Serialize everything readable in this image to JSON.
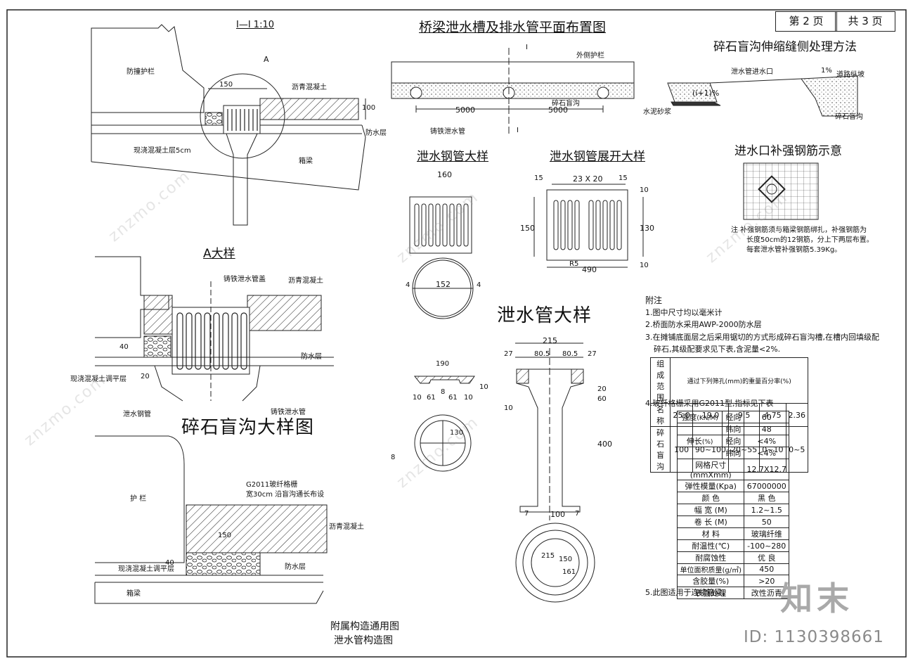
{
  "page": {
    "main_title": "桥梁泄水槽及排水管平面布置图",
    "page_no": "第 2 页",
    "page_total": "共 3 页",
    "footer_line1": "附属构造通用图",
    "footer_line2": "泄水管构造图"
  },
  "section_1": {
    "title": "I—I 1:10",
    "circle_label": "A",
    "labels": [
      "防撞护栏",
      "沥青混凝土",
      "防水层",
      "箱梁",
      "现浇混凝土层5cm"
    ],
    "dims": [
      "150",
      "100"
    ]
  },
  "detail_a": {
    "title": "A大样",
    "labels": [
      "铸铁泄水管盖",
      "沥青混凝土",
      "防水层",
      "现浇混凝土调平层",
      "泄水钢管",
      "铸铁泄水管"
    ],
    "dims": [
      "40",
      "20"
    ]
  },
  "blind_ditch": {
    "title": "碎石盲沟大样图",
    "labels": [
      "护 栏",
      "G2011玻纤格栅",
      "宽30cm 沿盲沟通长布设",
      "沥青混凝土",
      "现浇混凝土调平层",
      "防水层",
      "箱梁"
    ],
    "dims": [
      "150",
      "40"
    ]
  },
  "plan": {
    "section_mark": "I",
    "labels": [
      "外侧护栏",
      "碎石盲沟",
      "铸铁泄水管"
    ],
    "dims": [
      "5000",
      "5000"
    ]
  },
  "steel_pipe": {
    "title": "泄水钢管大样",
    "dims": [
      "160",
      "152",
      "4",
      "4"
    ]
  },
  "pipe_unfold": {
    "title": "泄水钢管展开大样",
    "dims": [
      "15",
      "23 X 20",
      "15",
      "10",
      "150",
      "130",
      "10",
      "R5",
      "490"
    ]
  },
  "ditch_method": {
    "title": "碎石盲沟伸缩缝侧处理方法",
    "labels": [
      "泄水管进水口",
      "1%",
      "道路纵坡",
      "(i+1)%",
      "水泥砂浆",
      "碎石盲沟"
    ]
  },
  "inlet_rebar": {
    "title": "进水口补强钢筋示意",
    "note_lines": [
      "注  补强钢筋须与箱梁钢筋绑扎，补强钢筋为",
      "长度50cm的12钢筋，分上下两层布置。",
      "每套泄水管补强钢筋5.39Kg。"
    ]
  },
  "drain_pipe": {
    "title": "泄水管大样",
    "dims": [
      "190",
      "10",
      "61",
      "61",
      "10",
      "8",
      "215",
      "27",
      "80.5",
      "80.5",
      "27",
      "10",
      "20",
      "60",
      "400",
      "7",
      "100",
      "7",
      "10",
      "8",
      "130",
      "215",
      "150",
      "161"
    ]
  },
  "notes": {
    "heading": "附注",
    "items": [
      "1.图中尺寸均以毫米计",
      "2.桥面防水采用AWP-2000防水层",
      "3.在摊铺底面层之后采用锯切的方式形成碎石盲沟槽,在槽内回填级配",
      "碎石,其级配要求见下表,含泥量<2%.",
      "4.玻纤格栅采用G2011型,指标见下表",
      "5.此图适用于连续箱梁。"
    ]
  },
  "grading_table": {
    "header_left": "组成范围",
    "header_right": "通过下列筛孔(mm)的重量百分率(%)",
    "name_label": "名  称",
    "sieves": [
      "25.0",
      "19.0",
      "9.5",
      "4.75",
      "2.36"
    ],
    "row_name": "碎石盲沟",
    "row_values": [
      "100",
      "90~100",
      "20~55",
      "0~10",
      "0~5"
    ]
  },
  "grid_table": {
    "rows": [
      {
        "group": "强度",
        "sub": "(KN/M)",
        "dir": "经向",
        "value": "60"
      },
      {
        "group": "",
        "sub": "",
        "dir": "纬向",
        "value": "48"
      },
      {
        "group": "伸长",
        "sub": "(%)",
        "dir": "经向",
        "value": "<4%"
      },
      {
        "group": "",
        "sub": "",
        "dir": "纬向",
        "value": "<4%"
      },
      {
        "group": "网格尺寸(mmXmm)",
        "sub": "",
        "dir": "",
        "value": "12.7X12.7"
      },
      {
        "group": "弹性模量(Kpa)",
        "sub": "",
        "dir": "",
        "value": "67000000"
      },
      {
        "group": "颜   色",
        "sub": "",
        "dir": "",
        "value": "黑 色"
      },
      {
        "group": "幅 宽  (M)",
        "sub": "",
        "dir": "",
        "value": "1.2~1.5"
      },
      {
        "group": "卷 长  (M)",
        "sub": "",
        "dir": "",
        "value": "50"
      },
      {
        "group": "材   料",
        "sub": "",
        "dir": "",
        "value": "玻璃纤维"
      },
      {
        "group": "耐温性(℃)",
        "sub": "",
        "dir": "",
        "value": "-100~280"
      },
      {
        "group": "耐腐蚀性",
        "sub": "",
        "dir": "",
        "value": "优 良"
      },
      {
        "group": "单位面积质量(g/㎡)",
        "sub": "",
        "dir": "",
        "value": "450"
      },
      {
        "group": "含胶量(%)",
        "sub": "",
        "dir": "",
        "value": ">20"
      },
      {
        "group": "表面处理",
        "sub": "",
        "dir": "",
        "value": "改性沥青"
      }
    ]
  },
  "watermark": {
    "logo": "知末",
    "id": "ID: 1130398661",
    "diag": "znzmo.com"
  }
}
